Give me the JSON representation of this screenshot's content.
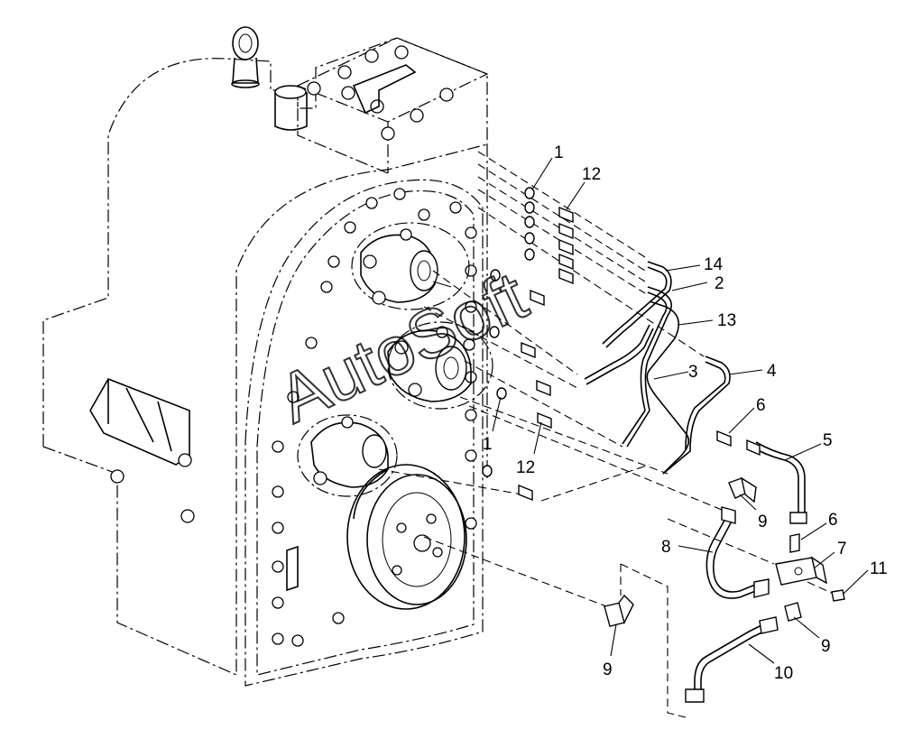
{
  "watermark": "AutoSoft",
  "callouts": {
    "c1_top": "1",
    "c12_top": "12",
    "c14": "14",
    "c2": "2",
    "c13": "13",
    "c4": "4",
    "c3": "3",
    "c6_top": "6",
    "c1_mid": "1",
    "c12_mid": "12",
    "c5": "5",
    "c9_mid": "9",
    "c6_low": "6",
    "c7": "7",
    "c8": "8",
    "c11": "11",
    "c9_low": "9",
    "c9_left": "9",
    "c10": "10"
  }
}
